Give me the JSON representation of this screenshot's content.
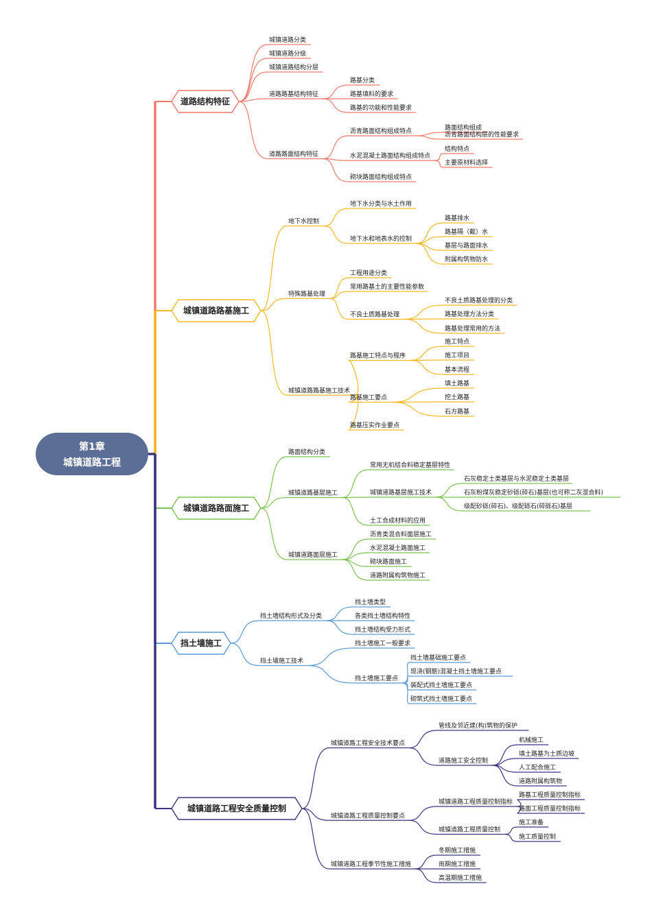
{
  "root": {
    "title": "第1章",
    "subtitle": "城镇道路工程",
    "color": "#5b6e96"
  },
  "colors": [
    "#f07a6a",
    "#f5b922",
    "#7cc251",
    "#5a9bd5",
    "#3b3480"
  ],
  "branches": [
    {
      "label": "道路结构特征",
      "children": [
        {
          "label": "城镇道路分类"
        },
        {
          "label": "城镇道路分级"
        },
        {
          "label": "城镇道路结构分层"
        },
        {
          "label": "道路路基结构特征",
          "children": [
            {
              "label": "路基分类"
            },
            {
              "label": "路基填料的要求"
            },
            {
              "label": "路基的功能和性能要求"
            }
          ]
        },
        {
          "label": "道路路面结构特征",
          "children": [
            {
              "label": "沥青路面结构组成特点",
              "children": [
                {
                  "label": "路面结构组成"
                },
                {
                  "label": "沥青路面结构层的性能要求"
                }
              ]
            },
            {
              "label": "水泥混凝土路面结构组成特点",
              "children": [
                {
                  "label": "结构特点"
                },
                {
                  "label": "主要原材料选择"
                }
              ]
            },
            {
              "label": "砌块路面结构组成特点"
            }
          ]
        }
      ]
    },
    {
      "label": "城镇道路路基施工",
      "children": [
        {
          "label": "地下水控制",
          "children": [
            {
              "label": "地下水分类与水土作用"
            },
            {
              "label": "地下水和地表水的控制",
              "children": [
                {
                  "label": "路基排水"
                },
                {
                  "label": "路基隔（截）水"
                },
                {
                  "label": "基层与路面排水"
                },
                {
                  "label": "附属构筑物防水"
                }
              ]
            }
          ]
        },
        {
          "label": "特殊路基处理",
          "children": [
            {
              "label": "工程用途分类"
            },
            {
              "label": "常用路基土的主要性能参数"
            },
            {
              "label": "不良土质路基处理",
              "children": [
                {
                  "label": "不良土质路基处理的分类"
                },
                {
                  "label": "路基处理方法分类"
                },
                {
                  "label": "路基处理常用的方法"
                }
              ]
            }
          ]
        },
        {
          "label": "城镇道路路基施工技术",
          "children": [
            {
              "label": "路基施工特点与程序",
              "children": [
                {
                  "label": "施工特点"
                },
                {
                  "label": "施工项目"
                },
                {
                  "label": "基本流程"
                }
              ]
            },
            {
              "label": "路基施工要点",
              "children": [
                {
                  "label": "填土路基"
                },
                {
                  "label": "挖土路基"
                },
                {
                  "label": "石方路基"
                }
              ]
            },
            {
              "label": "路基压实作业要点"
            }
          ]
        }
      ]
    },
    {
      "label": "城镇道路路面施工",
      "children": [
        {
          "label": "路面结构分类"
        },
        {
          "label": "城镇道路基层施工",
          "children": [
            {
              "label": "常用无机结合料稳定基层特性"
            },
            {
              "label": "城镇道路基层施工技术",
              "children": [
                {
                  "label": "石灰稳定土类基层与水泥稳定土类基层"
                },
                {
                  "label": "石灰粉煤灰稳定砂砾(碎石)基层(也可称二灰混合料)"
                },
                {
                  "label": "级配砂砾(碎石)、级配砾石(碎砾石)基层"
                }
              ]
            },
            {
              "label": "土工合成材料的应用"
            }
          ]
        },
        {
          "label": "城镇道路面层施工",
          "children": [
            {
              "label": "沥青类混合料面层施工"
            },
            {
              "label": "水泥混凝土路面施工"
            },
            {
              "label": "砌块路面施工"
            },
            {
              "label": "道路附属构筑物施工"
            }
          ]
        }
      ]
    },
    {
      "label": "挡土墙施工",
      "children": [
        {
          "label": "挡土墙结构形式及分类",
          "children": [
            {
              "label": "挡土墙类型"
            },
            {
              "label": "各类挡土墙结构特性"
            },
            {
              "label": "挡土墙结构受力形式"
            }
          ]
        },
        {
          "label": "挡土墙施工技术",
          "children": [
            {
              "label": "挡土墙施工一般要求"
            },
            {
              "label": "挡土墙施工要点",
              "children": [
                {
                  "label": "挡土墙基础施工要点"
                },
                {
                  "label": "现浇(钢筋)混凝土挡土墙施工要点"
                },
                {
                  "label": "装配式挡土墙施工要点"
                },
                {
                  "label": "砌筑式挡土墙施工要点"
                }
              ]
            }
          ]
        }
      ]
    },
    {
      "label": "城镇道路工程安全质量控制",
      "children": [
        {
          "label": "城镇道路工程安全技术要点",
          "children": [
            {
              "label": "管线及邻近建(构)筑物的保护"
            },
            {
              "label": "道路施工安全控制",
              "children": [
                {
                  "label": "机械施工"
                },
                {
                  "label": "填土路基为土质边坡"
                },
                {
                  "label": "人工配合施工"
                },
                {
                  "label": "道路附属构筑物"
                }
              ]
            }
          ]
        },
        {
          "label": "城镇道路工程质量控制要点",
          "children": [
            {
              "label": "城镇道路工程质量控制指标",
              "children": [
                {
                  "label": "路基工程质量控制指标"
                },
                {
                  "label": "路面工程质量控制指标"
                }
              ]
            },
            {
              "label": "城镇道路工程质量控制",
              "children": [
                {
                  "label": "施工准备"
                },
                {
                  "label": "施工质量控制"
                }
              ]
            }
          ]
        },
        {
          "label": "城镇道路工程季节性施工措施",
          "children": [
            {
              "label": "冬期施工措施"
            },
            {
              "label": "雨期施工措施"
            },
            {
              "label": "高温期施工措施"
            }
          ]
        }
      ]
    }
  ]
}
